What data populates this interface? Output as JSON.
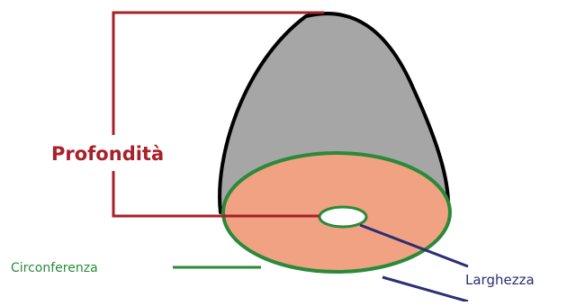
{
  "labels": {
    "depth": "Profondità",
    "circumference": "Circonferenza",
    "width": "Larghezza"
  },
  "colors": {
    "background": "#ffffff",
    "cone_body": "#a6a6a6",
    "cone_outline": "#000000",
    "base_fill": "#f0a282",
    "base_outline": "#2a8a3a",
    "hole_fill": "#ffffff",
    "depth_line": "#a8202a",
    "circumference_line": "#2a8a3a",
    "width_line": "#2b2e73",
    "depth_text": "#a8202a",
    "circumference_text": "#2a8a3a",
    "width_text": "#2b2e73"
  }
}
